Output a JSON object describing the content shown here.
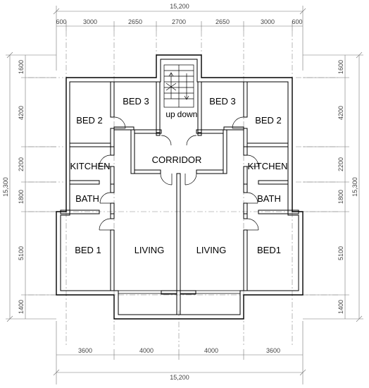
{
  "plan": {
    "total_width": "15,200",
    "total_depth": "15,300",
    "top_dims": [
      "600",
      "3000",
      "2650",
      "2700",
      "2650",
      "3000",
      "600"
    ],
    "bottom_dims": [
      "3600",
      "4000",
      "4000",
      "3600"
    ],
    "side_dims": [
      "1600",
      "4200",
      "2200",
      "1800",
      "5100",
      "1400"
    ]
  },
  "rooms": {
    "bed2_left": "BED 2",
    "bed3_left": "BED 3",
    "bed3_right": "BED 3",
    "bed2_right": "BED 2",
    "kitchen_left": "KITCHEN",
    "kitchen_right": "KITCHEN",
    "corridor": "CORRIDOR",
    "bath_left": "BATH",
    "bath_right": "BATH",
    "bed1_left": "BED 1",
    "bed1_right": "BED1",
    "living_left": "LIVING",
    "living_right": "LIVING"
  },
  "stair": {
    "up_label": "up",
    "down_label": "down"
  }
}
